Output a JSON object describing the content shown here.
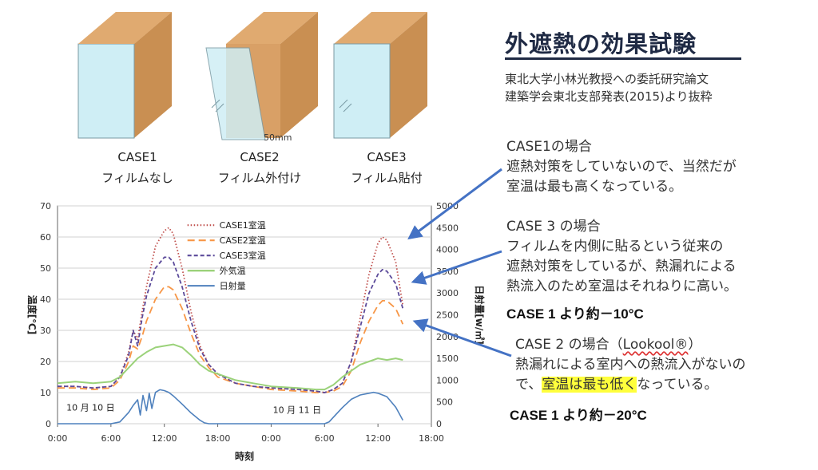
{
  "title": "外遮熱の効果試験",
  "source_lines": [
    "東北大学小林光教授への委託研究論文",
    "建築学会東北支部発表(2015)より抜粋"
  ],
  "cases": [
    {
      "name": "CASE1",
      "desc": "フィルムなし"
    },
    {
      "name": "CASE2",
      "desc": "フィルム外付け"
    },
    {
      "name": "CASE3",
      "desc": "フィルム貼付"
    }
  ],
  "gap_label": "50mm",
  "notes": {
    "case1": {
      "head": "CASE1の場合",
      "lines": [
        "遮熱対策をしていないので、当然だが",
        "室温は最も高くなっている。"
      ]
    },
    "case3": {
      "head": "CASE 3 の場合",
      "lines": [
        "フィルムを内側に貼るという従来の",
        "遮熱対策をしているが、熱漏れによる",
        "熱流入のため室温はそれねりに高い。"
      ],
      "result": "CASE 1 より約－10°C"
    },
    "case2": {
      "head_pre": "CASE 2 の場合（",
      "head_brand": "Lookool®",
      "head_post": "）",
      "line1": "熱漏れによる室内への熱流入がないの",
      "line2_pre": "で、",
      "line2_hl": "室温は最も低く",
      "line2_post": "なっている。",
      "result": "CASE 1 より約－20°C"
    }
  },
  "colors": {
    "case1": "#c0504d",
    "case2": "#f79646",
    "case3": "#5b4a9a",
    "outdoor": "#9bd27a",
    "solar": "#4f81bd",
    "arrow": "#4472c4",
    "box": "#d9a066",
    "glass": "#cfeef5"
  },
  "chart_data": {
    "type": "line",
    "x_unit": "hours from 10月10日 0:00",
    "xlim": [
      0,
      42
    ],
    "x_ticks": [
      0,
      6,
      12,
      18,
      24,
      30,
      36,
      42
    ],
    "x_tick_labels": [
      "0:00",
      "6:00",
      "12:00",
      "18:00",
      "0:00",
      "6:00",
      "12:00",
      "18:00"
    ],
    "xlabel": "時刻",
    "ylabel": "温度[℃]",
    "ylim": [
      0,
      70
    ],
    "y_ticks": [
      0,
      10,
      20,
      30,
      40,
      50,
      60,
      70
    ],
    "y2label": "日射量[w/㎡]",
    "y2lim": [
      0,
      5000
    ],
    "y2_ticks": [
      0,
      500,
      1000,
      1500,
      2000,
      2500,
      3000,
      3500,
      4000,
      4500,
      5000
    ],
    "date_labels": [
      "10 月 10 日",
      "10 月 11 日"
    ],
    "series": [
      {
        "name": "CASE1室温",
        "axis": "left",
        "style": "dotted",
        "x": [
          0,
          2,
          4,
          6,
          7,
          8,
          8.5,
          9,
          9.5,
          10,
          11,
          12,
          12.5,
          13,
          14,
          15,
          16,
          17,
          18,
          20,
          22,
          24,
          27,
          29,
          30,
          31,
          32,
          33,
          34,
          35,
          36,
          36.5,
          37,
          38,
          38.8
        ],
        "y": [
          12,
          12,
          11.5,
          12,
          15,
          23,
          30,
          27,
          36,
          44,
          57,
          62,
          63,
          61,
          50,
          36,
          25,
          19,
          16,
          13,
          12,
          11.5,
          11,
          10.5,
          10,
          11,
          13,
          20,
          34,
          48,
          58,
          60,
          59,
          52,
          38
        ]
      },
      {
        "name": "CASE2室温",
        "axis": "left",
        "style": "dashed",
        "x": [
          0,
          2,
          4,
          6,
          7,
          8,
          8.5,
          9,
          9.5,
          10,
          11,
          12,
          12.5,
          13,
          14,
          15,
          16,
          17,
          18,
          20,
          22,
          24,
          27,
          29,
          30,
          31,
          32,
          33,
          34,
          35,
          36,
          36.5,
          37,
          38,
          38.8
        ],
        "y": [
          11.5,
          11.5,
          11,
          11.5,
          14,
          20,
          25,
          24,
          28,
          33,
          40,
          44,
          44,
          43,
          37,
          29,
          22,
          18,
          15,
          13,
          12,
          11,
          10.5,
          10,
          10,
          10.5,
          12,
          17,
          26,
          33,
          38,
          39.5,
          39.5,
          37,
          32
        ]
      },
      {
        "name": "CASE3室温",
        "axis": "left",
        "style": "dashed",
        "x": [
          0,
          2,
          4,
          6,
          7,
          8,
          8.5,
          9,
          9.5,
          10,
          11,
          12,
          12.5,
          13,
          14,
          15,
          16,
          17,
          18,
          20,
          22,
          24,
          27,
          29,
          30,
          31,
          32,
          33,
          34,
          35,
          36,
          36.5,
          37,
          38,
          38.8
        ],
        "y": [
          12,
          12,
          11.5,
          12,
          15,
          22,
          30,
          25,
          34,
          41,
          50,
          53.5,
          53.5,
          52,
          44,
          33,
          24,
          19,
          16,
          13,
          12,
          11.5,
          11,
          10.5,
          10,
          11,
          13,
          20,
          31,
          42,
          48,
          49.5,
          49,
          45,
          37
        ]
      },
      {
        "name": "外気温",
        "axis": "left",
        "style": "solid",
        "x": [
          0,
          2,
          4,
          6,
          7,
          8,
          9,
          10,
          11,
          12,
          13,
          14,
          15,
          16,
          17,
          18,
          20,
          22,
          24,
          27,
          29,
          30,
          31,
          32,
          33,
          34,
          35,
          36,
          37,
          38,
          38.8
        ],
        "y": [
          13,
          13.5,
          13,
          13.5,
          15,
          18,
          21,
          23,
          24.5,
          25,
          25.5,
          24.5,
          22,
          19,
          17,
          16,
          14,
          13,
          12,
          11.5,
          11,
          11,
          12.5,
          15,
          17,
          19,
          20,
          21,
          20.5,
          21,
          20.5
        ]
      },
      {
        "name": "日射量",
        "axis": "right",
        "style": "solid",
        "x": [
          0,
          6,
          7,
          7.5,
          8,
          8.5,
          9,
          9.3,
          9.6,
          10,
          10.3,
          10.6,
          11,
          11.5,
          12,
          12.5,
          13,
          14,
          15,
          16,
          16.5,
          17,
          24,
          30,
          30.5,
          31,
          32,
          33,
          34,
          35,
          35.5,
          36,
          37,
          38,
          38.8
        ],
        "y": [
          0,
          0,
          40,
          150,
          260,
          420,
          550,
          200,
          650,
          300,
          700,
          350,
          720,
          780,
          760,
          720,
          640,
          450,
          250,
          80,
          20,
          0,
          0,
          0,
          40,
          150,
          370,
          560,
          660,
          700,
          720,
          700,
          620,
          380,
          80
        ]
      }
    ]
  }
}
